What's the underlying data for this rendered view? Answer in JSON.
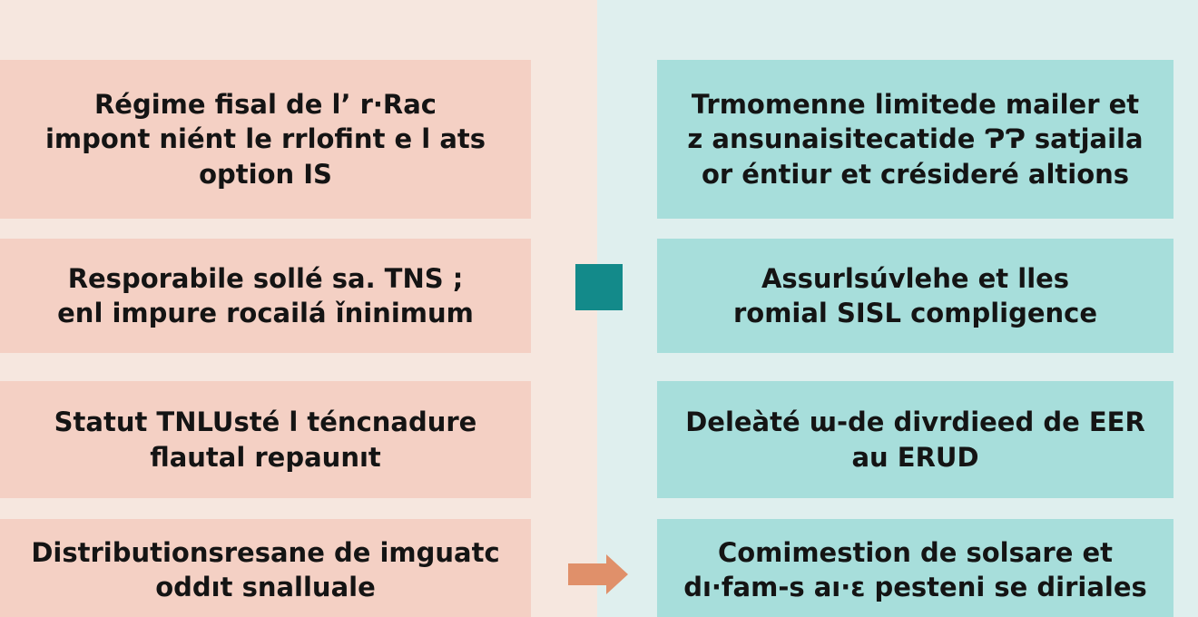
{
  "diagram": {
    "colors": {
      "left_background": "#f6e7df",
      "right_background": "#dfefee",
      "left_box": "#f4d0c4",
      "right_box": "#a7dedb",
      "connector_square": "#138a8a",
      "connector_arrow": "#e0906a",
      "text": "#141414"
    },
    "left_column": [
      {
        "text": "Régime fisal de l’ r·Rac\nimpont niént le rrlofint e l ats\noption IS"
      },
      {
        "text": "Resporabile sollé sa. TNS ;\nenl impure rocailá ǐninimum"
      },
      {
        "text": "Statut TNLUsté l téncnadure\nflautal repaunıt"
      },
      {
        "text": "Distributionsresane de imguatc\noddıt snalluale"
      }
    ],
    "right_column": [
      {
        "text": "Trmomenne limitede mailer et\nz ansunaisitecatide ɁɁ satjaila\nor éntiur et crésideré altions"
      },
      {
        "text": "Assurlsúvlehe et lles\nromial SISL compligence"
      },
      {
        "text": "Deleàté ɯ-de divrdieed de EER\nau ERUD"
      },
      {
        "text": "Comimestion de solsare et\ndı·fam-s aı·ɛ pesteni se diriales"
      }
    ],
    "connectors": [
      {
        "type": "square",
        "row": 2,
        "icon": "teal-square-marker"
      },
      {
        "type": "arrow",
        "row": 4,
        "icon": "right-arrow-icon"
      }
    ]
  }
}
